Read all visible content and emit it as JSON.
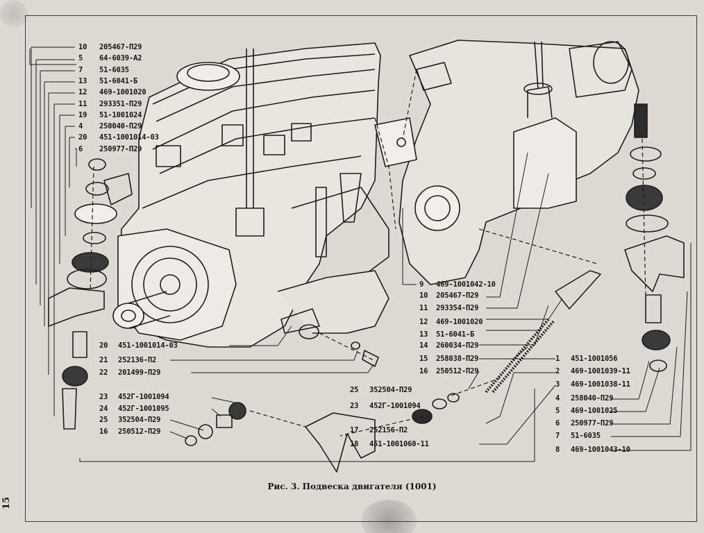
{
  "caption": "Рис. 3. Подвеска двигателя (1001)",
  "page_number": "15",
  "labels_left_top": [
    {
      "num": "10",
      "code": "205467-П29"
    },
    {
      "num": "5",
      "code": "64-6039-А2"
    },
    {
      "num": "7",
      "code": "51-6035"
    },
    {
      "num": "13",
      "code": "51-6041-Б"
    },
    {
      "num": "12",
      "code": "469-1001020"
    },
    {
      "num": "11",
      "code": "293351-П29"
    },
    {
      "num": "19",
      "code": "51-1001024"
    },
    {
      "num": "4",
      "code": "250040-П29"
    },
    {
      "num": "20",
      "code": "451-1001014-03"
    },
    {
      "num": "6",
      "code": "250977-П29"
    }
  ],
  "labels_middle": [
    {
      "num": "9",
      "code": "469-1001042-10"
    },
    {
      "num": "10",
      "code": "205467-П29"
    },
    {
      "num": "11",
      "code": "293354-П29"
    },
    {
      "num": "12",
      "code": "469-1001020"
    },
    {
      "num": "13",
      "code": "51-6041-Б"
    },
    {
      "num": "14",
      "code": "260034-П29"
    },
    {
      "num": "15",
      "code": "258038-П29"
    },
    {
      "num": "16",
      "code": "250512-П29"
    }
  ],
  "labels_right": [
    {
      "num": "1",
      "code": "451-1001056"
    },
    {
      "num": "2",
      "code": "469-1001039-11"
    },
    {
      "num": "3",
      "code": "469-1001038-11"
    },
    {
      "num": "4",
      "code": "258040-П29"
    },
    {
      "num": "5",
      "code": "469-1001025"
    },
    {
      "num": "6",
      "code": "250977-П29"
    },
    {
      "num": "7",
      "code": "51-6035"
    },
    {
      "num": "8",
      "code": "469-1001043-10"
    }
  ],
  "labels_bottom_left": [
    {
      "num": "20",
      "code": "451-1001014-03"
    },
    {
      "num": "21",
      "code": "252136-П2"
    },
    {
      "num": "22",
      "code": "201499-П29"
    },
    {
      "num": "23",
      "code": "452Г-1001094"
    },
    {
      "num": "24",
      "code": "452Г-1001095"
    },
    {
      "num": "25",
      "code": "352504-П29"
    },
    {
      "num": "16",
      "code": "250512-П29"
    }
  ],
  "labels_bottom_center": [
    {
      "num": "25",
      "code": "352504-П29"
    },
    {
      "num": "23",
      "code": "452Г-1001094"
    },
    {
      "num": "17",
      "code": "252156-П2"
    },
    {
      "num": "18",
      "code": "451-1001060-11"
    }
  ]
}
